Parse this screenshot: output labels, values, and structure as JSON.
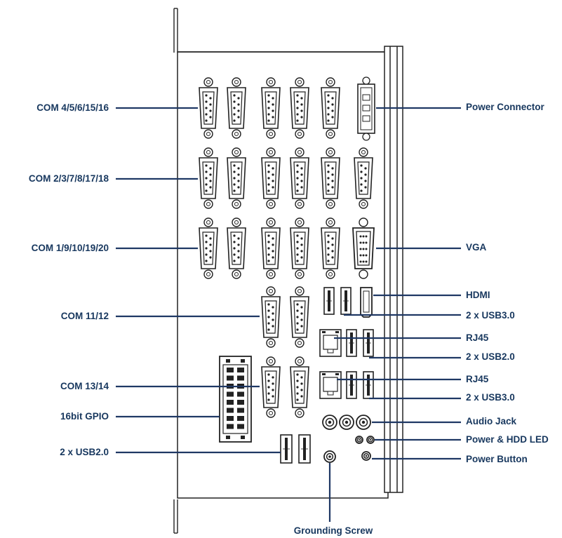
{
  "colors": {
    "leader": "#1f3864",
    "label": "#17375e",
    "outline": "#222222"
  },
  "labels": {
    "com_4_5_6_15_16": "COM 4/5/6/15/16",
    "com_2_3_7_8_17_18": "COM 2/3/7/8/17/18",
    "com_1_9_10_19_20": "COM 1/9/10/19/20",
    "com_11_12": "COM 11/12",
    "com_13_14": "COM 13/14",
    "gpio": "16bit GPIO",
    "usb2_left": "2 x USB2.0",
    "power_connector": "Power Connector",
    "vga": "VGA",
    "hdmi": "HDMI",
    "usb3_top": "2 x USB3.0",
    "rj45_top": "RJ45",
    "usb2_right": "2 x USB2.0",
    "rj45_bottom": "RJ45",
    "usb3_bottom": "2 x USB3.0",
    "audio_jack": "Audio Jack",
    "power_hdd_led": "Power & HDD LED",
    "power_button": "Power Button",
    "grounding_screw": "Grounding Screw"
  }
}
